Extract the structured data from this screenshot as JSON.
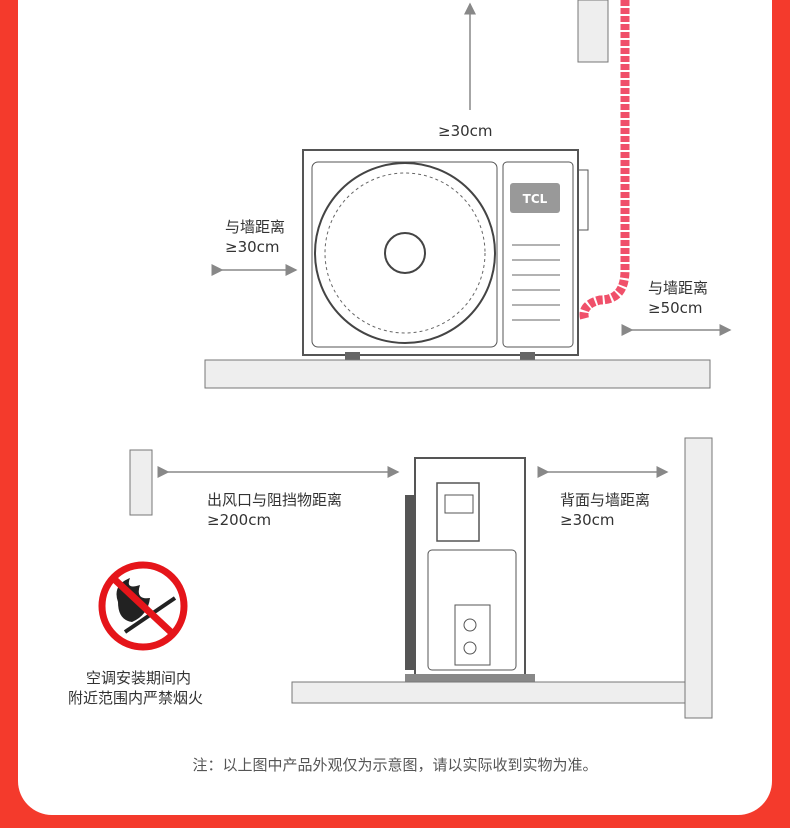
{
  "top_clearance": "≥30cm",
  "brand": "TCL",
  "left_clearance": {
    "title": "与墙距离",
    "value": "≥30cm"
  },
  "right_clearance": {
    "title": "与墙距离",
    "value": "≥50cm"
  },
  "outlet_clearance": {
    "title": "出风口与阻挡物距离",
    "value": "≥200cm"
  },
  "back_clearance": {
    "title": "背面与墙距离",
    "value": "≥30cm"
  },
  "warning": {
    "line1": "空调安装期间内",
    "line2": "附近范围内严禁烟火"
  },
  "note": "注：以上图中产品外观仅为示意图，请以实际收到实物为准。",
  "colors": {
    "border": "#f43a2c",
    "pipe": "#f0506a",
    "line": "#555555"
  }
}
